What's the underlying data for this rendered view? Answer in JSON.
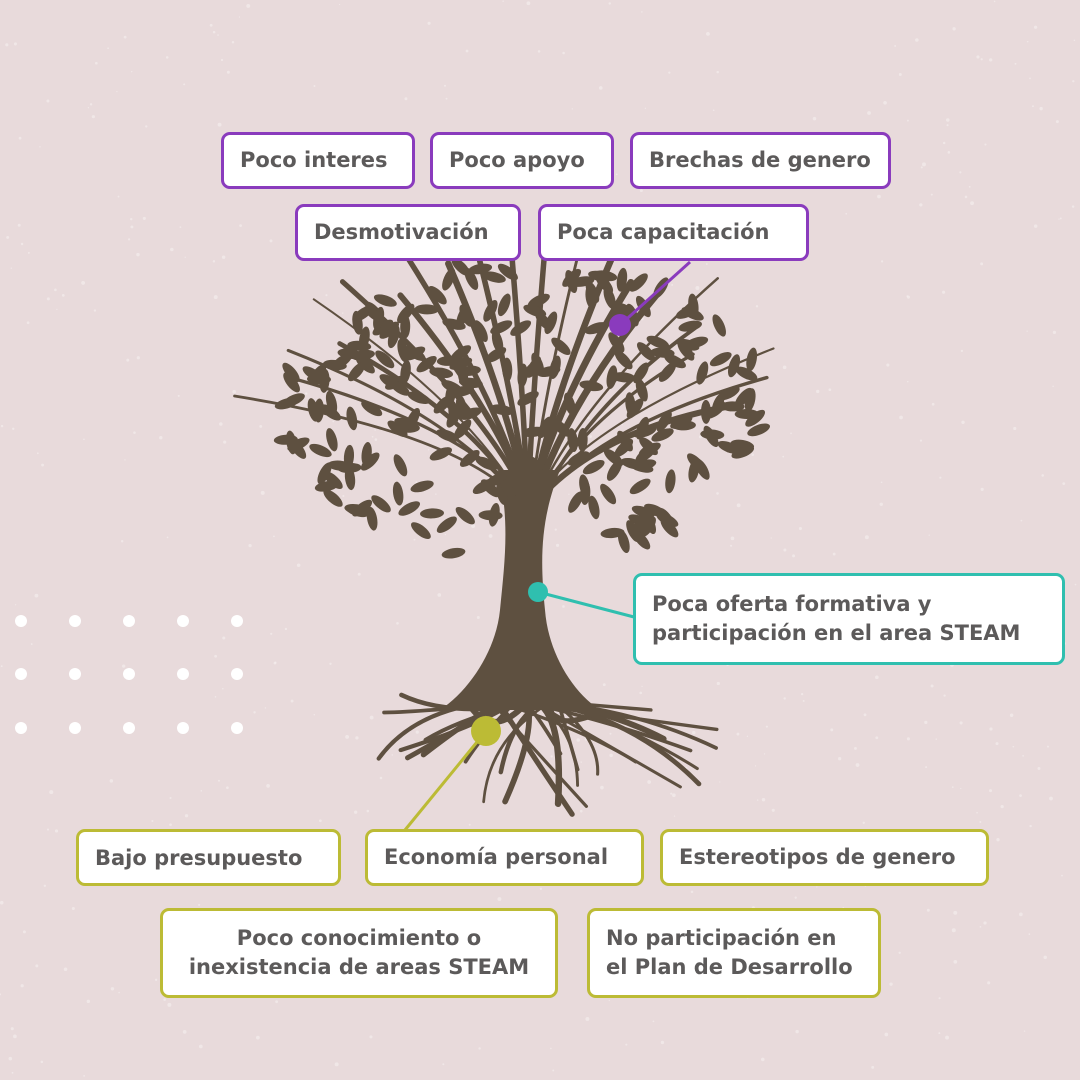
{
  "colors": {
    "background": "#e8dadb",
    "tree": "#5e5040",
    "effects": "#8a3bbd",
    "problem": "#2fbfaf",
    "causes": "#bcbb35",
    "text": "#5c5a5a"
  },
  "effects": [
    "Poco interes",
    "Poco apoyo",
    "Brechas de genero",
    "Desmotivación",
    "Poca capacitación"
  ],
  "problem": {
    "line1": "Poca oferta formativa y",
    "line2": "participación en el area STEAM"
  },
  "causes": [
    "Bajo presupuesto",
    "Economía personal",
    "Estereotipos de genero"
  ],
  "causes2": [
    {
      "line1": "Poco conocimiento o",
      "line2": "inexistencia de areas STEAM"
    },
    {
      "line1": "No participación en",
      "line2": "el Plan de Desarrollo"
    }
  ]
}
